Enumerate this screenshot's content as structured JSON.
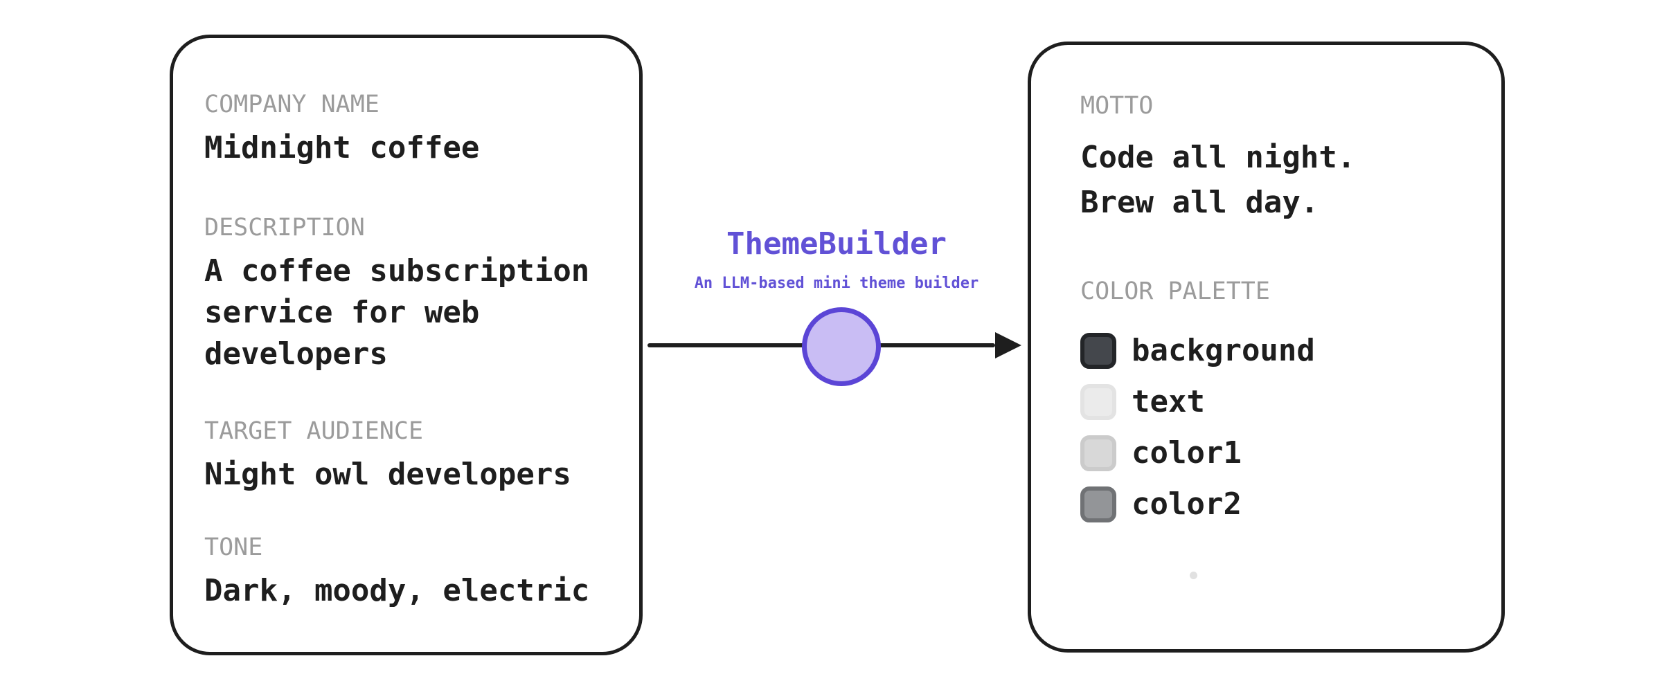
{
  "pipeline": {
    "title": "ThemeBuilder",
    "subtitle": "An LLM-based mini theme builder"
  },
  "input_card": {
    "fields": [
      {
        "label": "COMPANY NAME",
        "value": "Midnight coffee"
      },
      {
        "label": "DESCRIPTION",
        "value": "A coffee subscription service for web developers"
      },
      {
        "label": "TARGET AUDIENCE",
        "value": "Night owl developers"
      },
      {
        "label": "TONE",
        "value": "Dark, moody, electric"
      }
    ]
  },
  "output_card": {
    "motto": {
      "label": "MOTTO",
      "lines": [
        "Code all night.",
        "Brew all day."
      ]
    },
    "palette": {
      "label": "COLOR PALETTE",
      "swatches": [
        {
          "name": "background",
          "fill": "#44474c",
          "border": "#232528"
        },
        {
          "name": "text",
          "fill": "#ebebeb",
          "border": "#e3e3e3"
        },
        {
          "name": "color1",
          "fill": "#d8d8d8",
          "border": "#cbcbcb"
        },
        {
          "name": "color2",
          "fill": "#939598",
          "border": "#707275"
        }
      ]
    }
  },
  "colors": {
    "ink": "#1e1e1e",
    "label_gray": "#9b9b9b",
    "accent_purple": "#6151d6",
    "node_fill": "#c9bdf4",
    "node_stroke": "#5b45d6",
    "dot_gray": "#e1e1e1"
  }
}
